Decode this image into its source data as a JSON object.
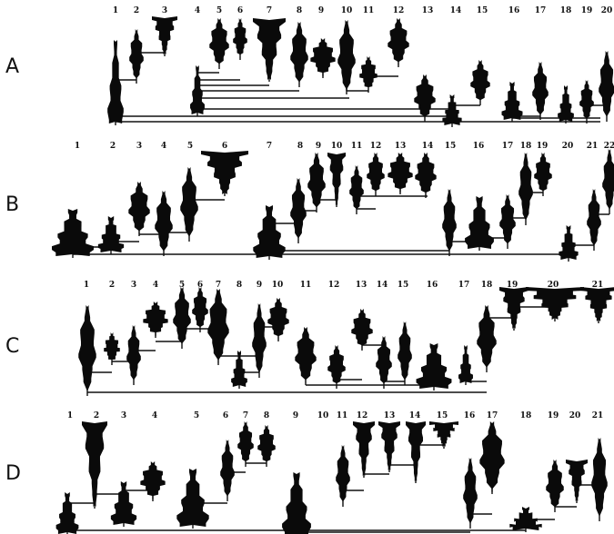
{
  "rows": [
    {
      "letter": "A",
      "numbers": [
        "1",
        "2",
        "3",
        "4",
        "5",
        "6",
        "7",
        "8",
        "9",
        "10",
        "11",
        "12",
        "13",
        "14",
        "15",
        "16",
        "17",
        "18",
        "19",
        "20"
      ]
    },
    {
      "letter": "B",
      "numbers": [
        "1",
        "2",
        "3",
        "4",
        "5",
        "6",
        "7",
        "8",
        "9",
        "10",
        "11",
        "12",
        "13",
        "14",
        "15",
        "16",
        "17",
        "18",
        "19",
        "20",
        "21",
        "22"
      ]
    },
    {
      "letter": "C",
      "numbers": [
        "1",
        "2",
        "3",
        "4",
        "5",
        "6",
        "7",
        "8",
        "9",
        "10",
        "11",
        "12",
        "13",
        "14",
        "15",
        "16",
        "17",
        "18",
        "19",
        "20",
        "21"
      ]
    },
    {
      "letter": "D",
      "numbers": [
        "1",
        "2",
        "3",
        "4",
        "5",
        "6",
        "7",
        "8",
        "9",
        "10",
        "11",
        "12",
        "13",
        "14",
        "15",
        "16",
        "17",
        "18",
        "19",
        "20",
        "21"
      ]
    }
  ],
  "colors": {
    "ink": "#0a0a0a",
    "background": "#ffffff"
  }
}
